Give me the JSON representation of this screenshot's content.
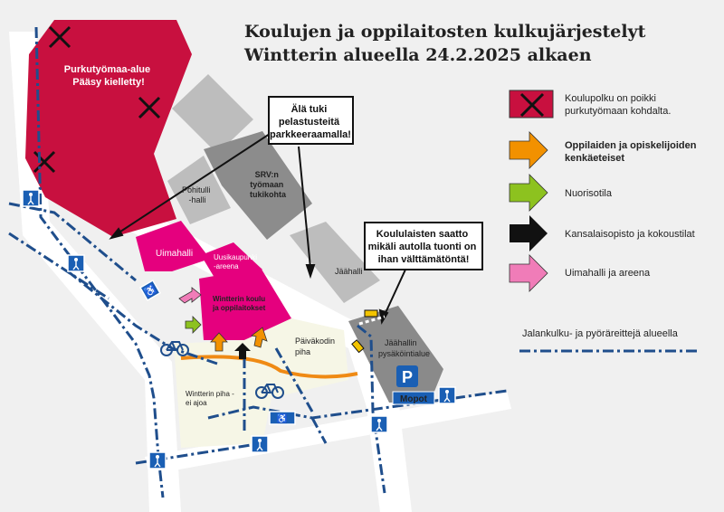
{
  "title": {
    "line1": "Koulujen ja oppilaitosten kulkujärjestelyt",
    "line2": "Wintterin alueella 24.2.2025 alkaen"
  },
  "map_labels": {
    "demolition": [
      "Purkutyömaa-alue",
      "Pääsy kielletty!"
    ],
    "pohtulli": [
      "Pohitulli",
      "-halli"
    ],
    "srv": [
      "SRV:n",
      "työmaan",
      "tukikohta"
    ],
    "uimahalli": "Uimahalli",
    "uusikaupunki": [
      "Uusikaupunki",
      "-areena"
    ],
    "school": [
      "Wintterin koulu",
      "ja oppilaitokset"
    ],
    "paivakoti": [
      "Päiväkodin",
      "piha"
    ],
    "wintterin_piha": [
      "Wintterin piha -",
      "ei ajoa"
    ],
    "jaahalli": "Jäähalli",
    "parking_area": [
      "Jäähallin",
      "pysäköintialue"
    ],
    "parking_symbol": "P",
    "mopot": "Mopot",
    "accessible_symbol": "♿"
  },
  "callouts": {
    "fire_lane": [
      "Älä tuki",
      "pelastusteitä",
      "parkkeeraamalla!"
    ],
    "dropoff": [
      "Koululaisten saatto",
      "mikäli autolla tuonti on",
      "ihan välttämätöntä!"
    ]
  },
  "legend": {
    "blocked_path": [
      "Koulupolku on poikki",
      "purkutyömaan kohdalta."
    ],
    "school_entrances": [
      "Oppilaiden ja opiskelijoiden",
      "kenkäeteiset"
    ],
    "youth": "Nuorisotila",
    "adult_ed": "Kansalaisopisto ja kokoustilat",
    "pool_arena": "Uimahalli ja areena",
    "walk_bike": "Jalankulku- ja pyöräreittejä alueella"
  },
  "colors": {
    "background": "#f0f0f0",
    "demolition": "#c8103f",
    "school": "#e5007e",
    "building_gray": "#bdbdbd",
    "building_dark": "#8c8c8c",
    "parking_gray": "#8a8a8a",
    "yard": "#f6f6e6",
    "road": "#ffffff",
    "route_blue": "#1f4e8c",
    "path_orange": "#ef8a14",
    "arrow_orange": "#f29100",
    "arrow_green": "#8dc21f",
    "arrow_black": "#111111",
    "arrow_pink": "#f07cb8"
  },
  "icons": [
    "crossing-icon",
    "bicycle-icon",
    "accessible-parking-icon",
    "parking-icon",
    "bus-icon",
    "x-mark-icon"
  ]
}
